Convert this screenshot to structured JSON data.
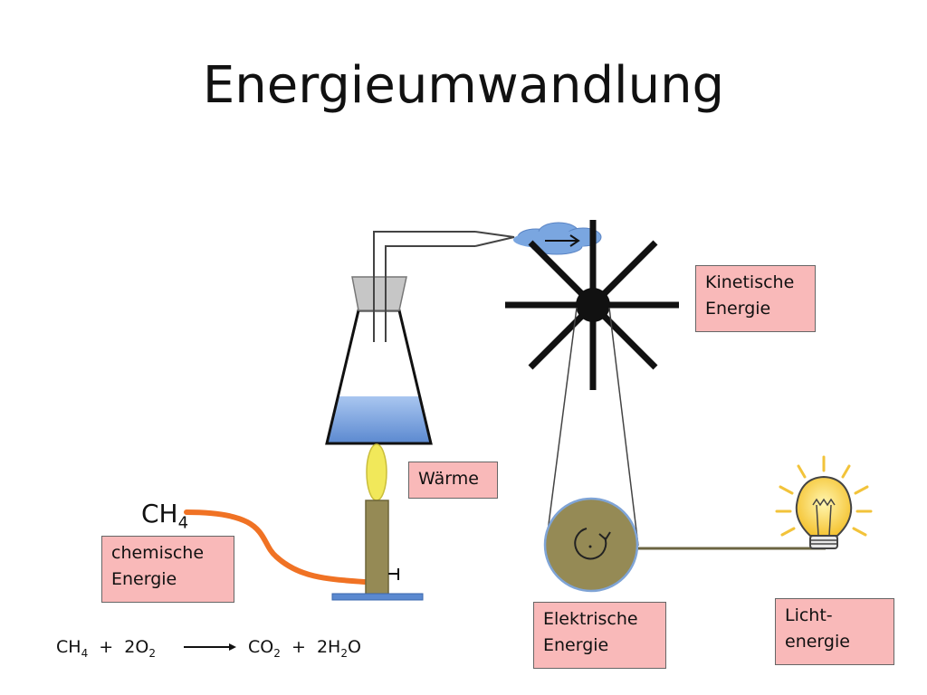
{
  "title": "Energieumwandlung",
  "gas": {
    "formula_main": "CH",
    "formula_sub": "4"
  },
  "labels": {
    "kinetic_line1": "Kinetische",
    "kinetic_line2": "Energie",
    "heat": "Wärme",
    "chemical_line1": "chemische",
    "chemical_line2": "Energie",
    "electric_line1": "Elektrische",
    "electric_line2": "Energie",
    "light_line1": "Licht-",
    "light_line2": "energie"
  },
  "equation": {
    "r1_main": "CH",
    "r1_sub": "4",
    "plus1": "  +  ",
    "r2_main": "2O",
    "r2_sub": "2",
    "p1_main": "CO",
    "p1_sub": "2",
    "plus2": "  +  ",
    "p2_main": "2H",
    "p2_sub": "2",
    "p2_end": "O"
  },
  "colors": {
    "label_fill": "#f9b9b9",
    "water": "#6a98dc",
    "flame": "#f1e85a",
    "burner": "#958a55",
    "gas_hose": "#f07224",
    "generator": "#958a55",
    "generator_ring": "#7fa4d6",
    "bulb": "#f7c93c",
    "steam": "#7aa6e0"
  }
}
